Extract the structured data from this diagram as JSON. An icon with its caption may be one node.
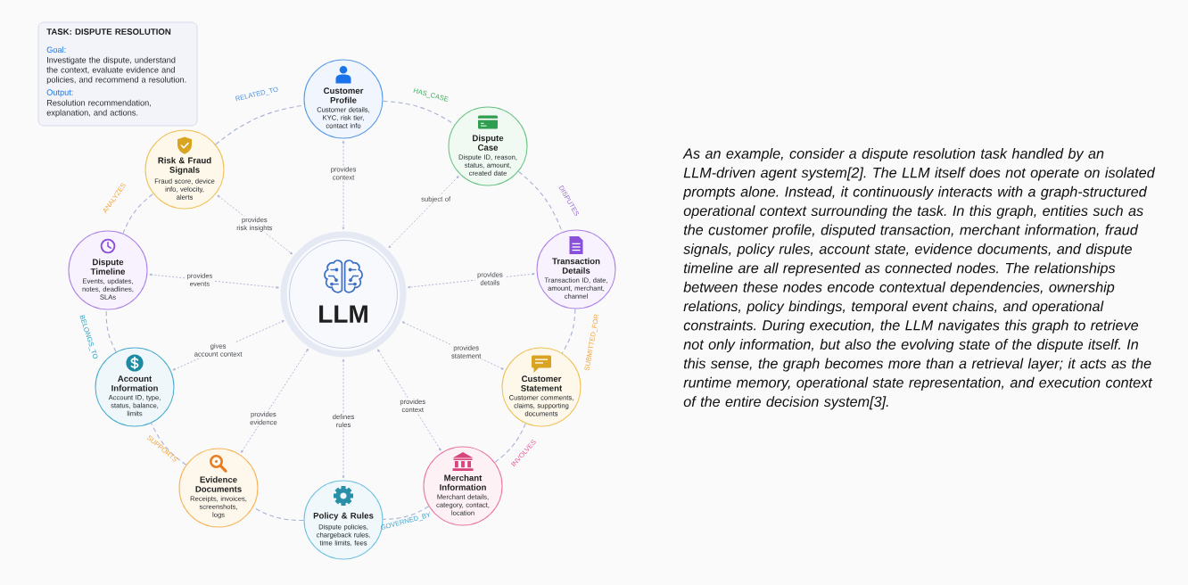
{
  "diagram": {
    "nodes": [
      {
        "text": [
          "TASK: DISPUTE RESOLUTION",
          "Goal:",
          "Investigate the dispute, understand the context, evaluate evidence and policies, and recommend a resolution.",
          "Output:",
          "Resolution recommendation, explanation, and actions."
        ]
      },
      {
        "text": [
          "Customer Profile",
          "Customer details, KYC, risk tier, contact info"
        ]
      },
      {
        "text": [
          "Risk & Fraud Signals",
          "Fraud score, device info, velocity, alerts"
        ]
      },
      {
        "text": [
          "Dispute Case",
          "Dispute ID, reason, status, amount, created date"
        ]
      },
      {
        "text": [
          "Dispute Timeline",
          "Events, updates, notes, deadlines, SLAs"
        ]
      },
      {
        "text": [
          "LLM"
        ]
      },
      {
        "text": [
          "Transaction Details",
          "Transaction ID, date, amount, merchant, channel"
        ]
      },
      {
        "text": [
          "Account Information",
          "Account ID, type, status, balance, limits"
        ]
      },
      {
        "text": [
          "Customer Statement",
          "Customer comments, claims, supporting documents"
        ]
      },
      {
        "text": [
          "Evidence Documents",
          "Receipts, invoices, screenshots, logs"
        ]
      },
      {
        "text": [
          "Merchant Information",
          "Merchant details, category, contact, location"
        ]
      },
      {
        "text": [
          "Policy & Rules",
          "Dispute policies, chargeback rules, time limits, fees"
        ]
      }
    ],
    "edges": [
      {
        "from": 2,
        "to": 1,
        "arrow": "none",
        "label": "RELATED_TO",
        "style": "dashed"
      },
      {
        "from": 1,
        "to": 3,
        "arrow": "none",
        "label": "HAS_CASE",
        "style": "dashed"
      },
      {
        "from": 3,
        "to": 6,
        "arrow": "none",
        "label": "DISPUTES",
        "style": "dashed"
      },
      {
        "from": 6,
        "to": 8,
        "arrow": "none",
        "label": "SUBMITTED_FOR",
        "style": "dashed"
      },
      {
        "from": 8,
        "to": 10,
        "arrow": "none",
        "label": "INVOLVES",
        "style": "dashed"
      },
      {
        "from": 10,
        "to": 11,
        "arrow": "none",
        "label": "GOVERNED_BY",
        "style": "dashed"
      },
      {
        "from": 11,
        "to": 9,
        "arrow": "none",
        "style": "dashed"
      },
      {
        "from": 9,
        "to": 7,
        "arrow": "none",
        "label": "SUPPORTS",
        "style": "dashed"
      },
      {
        "from": 7,
        "to": 4,
        "arrow": "none",
        "label": "BELONGS_TO",
        "style": "dashed"
      },
      {
        "from": 4,
        "to": 2,
        "arrow": "none",
        "label": "ANALYZES",
        "style": "dashed"
      },
      {
        "from": 1,
        "to": 5,
        "arrow": "both",
        "label": "provides context",
        "style": "dashed"
      },
      {
        "from": 2,
        "to": 5,
        "arrow": "both",
        "label": "provides risk insights",
        "style": "dashed"
      },
      {
        "from": 3,
        "to": 5,
        "arrow": "both",
        "label": "subject of",
        "style": "dashed"
      },
      {
        "from": 4,
        "to": 5,
        "arrow": "both",
        "label": "provides events",
        "style": "dashed"
      },
      {
        "from": 6,
        "to": 5,
        "arrow": "both",
        "label": "provides details",
        "style": "dashed"
      },
      {
        "from": 7,
        "to": 5,
        "arrow": "both",
        "label": "gives account context",
        "style": "dashed"
      },
      {
        "from": 8,
        "to": 5,
        "arrow": "both",
        "label": "provides statement",
        "style": "dashed"
      },
      {
        "from": 9,
        "to": 5,
        "arrow": "both",
        "label": "provides evidence",
        "style": "dashed"
      },
      {
        "from": 11,
        "to": 5,
        "arrow": "both",
        "label": "defines rules",
        "style": "dashed"
      },
      {
        "from": 10,
        "to": 5,
        "arrow": "both",
        "label": "provides context",
        "style": "dashed"
      }
    ],
    "labels": [
      "As an example, consider a dispute resolution task handled by an LLM-driven agent system[2]. The LLM itself does not operate on isolated prompts alone. Instead, it continuously interacts with a graph-structured operational context surrounding the task. In this graph, entities such as the customer profile, disputed transaction, merchant information, fraud signals, policy rules, account state, evidence documents, and dispute timeline are all represented as connected nodes. The relationships between these nodes encode contextual dependencies, ownership relations, policy bindings, temporal event chains, and operational constraints. During execution, the LLM navigates this graph to retrieve not only information, but also the evolving state of the dispute itself. In this sense, the graph becomes more than a retrieval layer; it acts as the runtime memory, operational state representation, and execution context of the entire decision system[3]."
    ]
  }
}
